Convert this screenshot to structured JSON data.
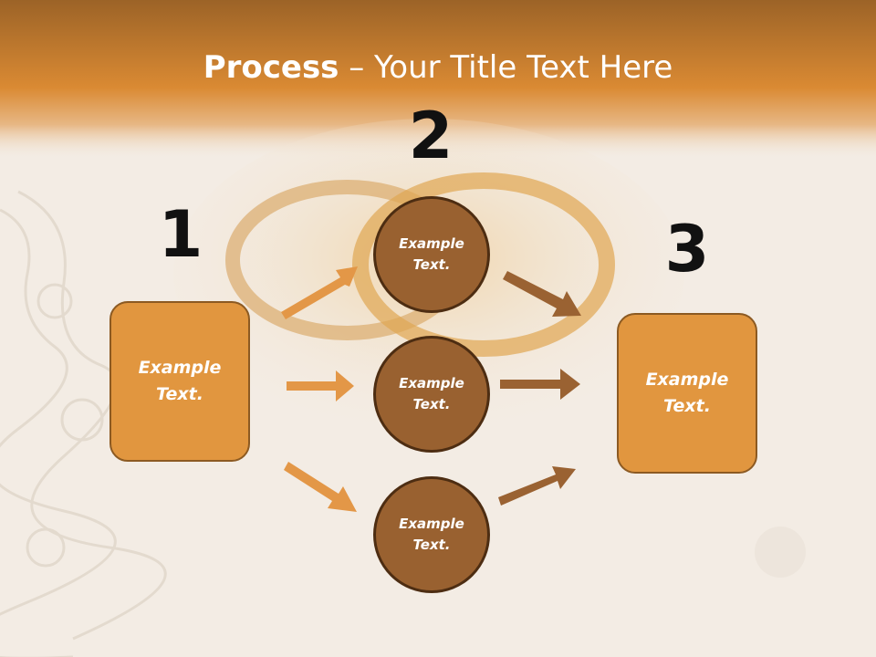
{
  "slide": {
    "title_bold": "Process",
    "title_rest": " – Your Title Text Here",
    "step_numbers": [
      "1",
      "2",
      "3"
    ],
    "left_box": "Example Text.",
    "right_box": "Example Text.",
    "circles": [
      "Example Text.",
      "Example Text.",
      "Example Text."
    ]
  },
  "colors": {
    "banner": "#d8812e",
    "box_fill": "#e1963f",
    "circle_fill": "#996130",
    "arrow_light": "#e39747",
    "arrow_dark": "#9a6232"
  }
}
